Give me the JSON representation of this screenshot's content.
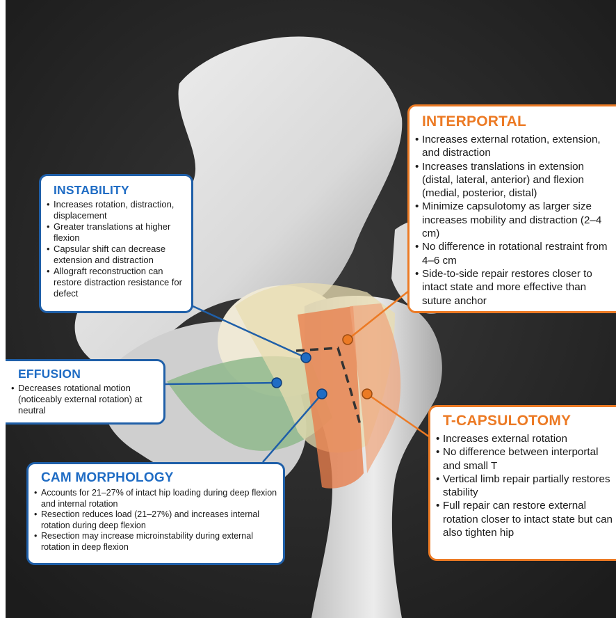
{
  "colors": {
    "blue_accent": "#1f6cc4",
    "orange_accent": "#ec7a24",
    "background": "#222222",
    "bone": "#e4e4e4"
  },
  "instability": {
    "title": "INSTABILITY",
    "items": [
      "Increases rotation, distraction, displacement",
      "Greater translations at higher flexion",
      "Capsular shift can decrease extension and distraction",
      "Allograft reconstruction can restore distraction resistance for defect"
    ]
  },
  "effusion": {
    "title": "EFFUSION",
    "items": [
      "Decreases rotational motion (noticeably external rotation) at neutral"
    ]
  },
  "cam_morphology": {
    "title": "CAM MORPHOLOGY",
    "items": [
      "Accounts for 21–27% of intact hip loading during deep flexion and internal rotation",
      "Resection reduces load (21–27%) and increases internal rotation during deep flexion",
      "Resection may increase microinstability during external rotation in deep flexion"
    ]
  },
  "interportal": {
    "title": "INTERPORTAL",
    "items": [
      "Increases external rotation, extension, and distraction",
      "Increases translations in extension (distal, lateral, anterior) and flexion (medial, posterior, distal)",
      "Minimize capsulotomy as larger size increases mobility and distraction (2–4 cm)",
      "No difference in rotational restraint from 4–6 cm",
      "Side-to-side repair restores closer to intact state and more effective than suture anchor"
    ]
  },
  "t_capsulotomy": {
    "title": "T-CAPSULOTOMY",
    "items": [
      "Increases external rotation",
      "No difference between interportal and small T",
      "Vertical limb repair partially restores stability",
      "Full repair can restore external rotation closer to intact state but can also tighten hip"
    ]
  }
}
